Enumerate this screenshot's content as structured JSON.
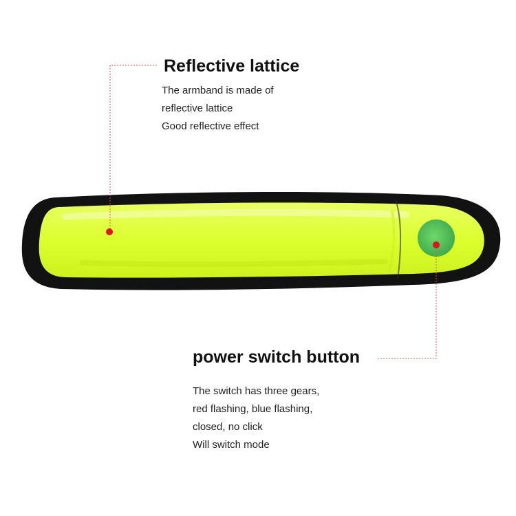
{
  "callouts": {
    "reflective": {
      "title": "Reflective lattice",
      "lines": [
        "The armband is made of",
        "reflective lattice",
        "Good reflective effect"
      ]
    },
    "switch": {
      "title": "power switch button",
      "lines": [
        "The switch has three gears,",
        "red flashing, blue flashing,",
        "closed, no click",
        "Will switch mode"
      ]
    }
  },
  "colors": {
    "armband_fabric": "#dfff3a",
    "armband_border": "#111111",
    "switch_button": "#55c25a",
    "marker": "#e0141c",
    "leader_line": "#d9534f"
  }
}
